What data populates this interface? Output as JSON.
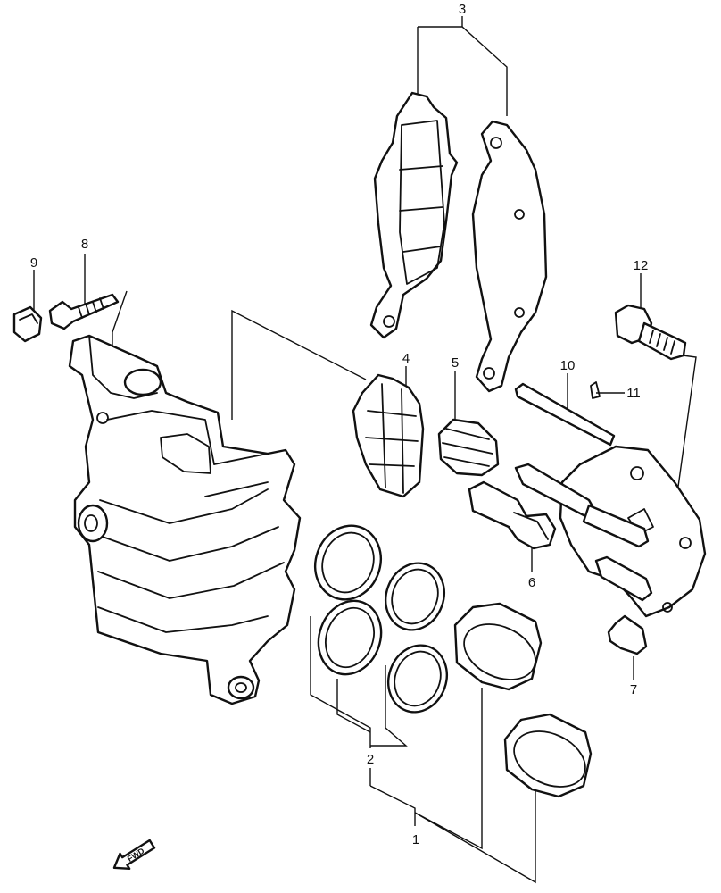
{
  "diagram": {
    "callouts": [
      "1",
      "2",
      "3",
      "4",
      "5",
      "6",
      "7",
      "8",
      "9",
      "10",
      "11",
      "12"
    ],
    "direction_marker": "FWD"
  }
}
